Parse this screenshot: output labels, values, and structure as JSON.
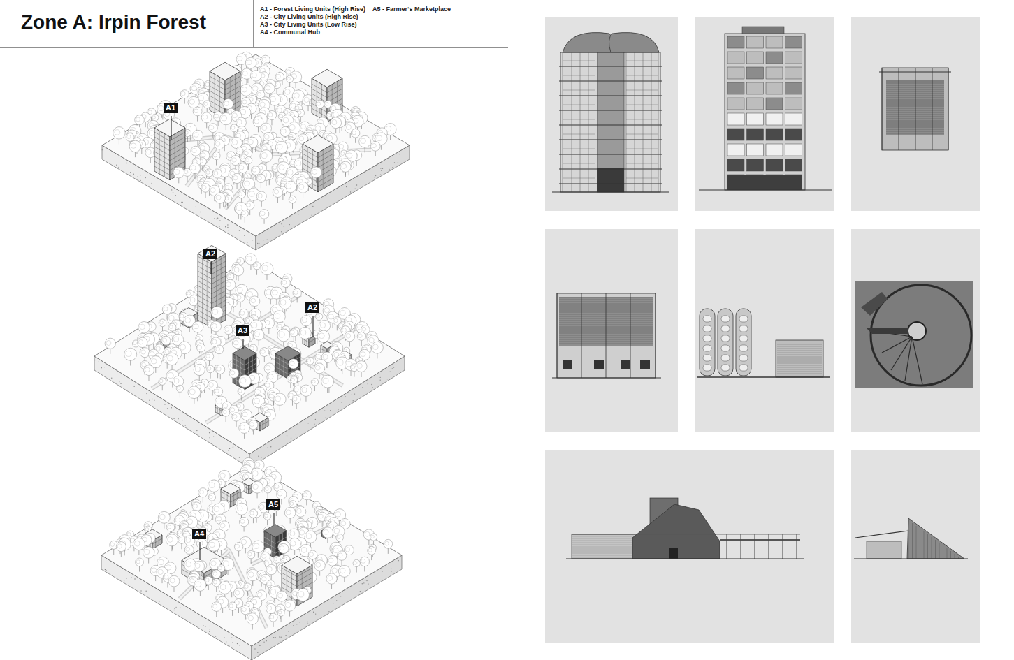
{
  "diagram": {
    "title": "Zone A: Irpin Forest",
    "nodes": [
      {
        "text": [
          "A1"
        ]
      },
      {
        "text": [
          "A2"
        ]
      },
      {
        "text": [
          "A3"
        ]
      },
      {
        "text": [
          "A2"
        ]
      },
      {
        "text": [
          "A4"
        ]
      },
      {
        "text": [
          "A5"
        ]
      }
    ],
    "labels": [
      "A1 - Forest Living Units (High Rise)",
      "A2 - City Living Units (High Rise)",
      "A3 - City Living Units (Low Rise)",
      "A4 - Communal Hub",
      "A5 - Farmer‘s Marketplace"
    ]
  }
}
